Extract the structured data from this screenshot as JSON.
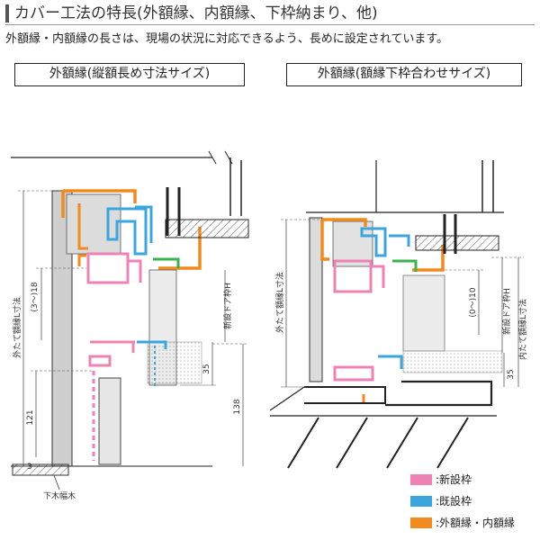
{
  "title": "カバー工法の特長(外額縁、内額縁、下枠納まり、他)",
  "description": "外額縁・内額縁の長さは、現場の状況に対応できるよう、長めに設定されています。",
  "panels": {
    "left": {
      "label": "外額縁(縦額長め寸法サイズ)",
      "dims": {
        "outer_length": "外たて額縁L寸法",
        "range": "(3〜)18",
        "door_height": "新設ドア枠H",
        "d35": "35",
        "d121": "121",
        "d3": "3",
        "d138": "138",
        "sill_callout": "下木幅木"
      }
    },
    "right": {
      "label": "外額縁(額縁下枠合わせサイズ)",
      "dims": {
        "outer_length": "外たて額縁L寸法",
        "range": "(0〜)10",
        "door_height": "新設ドア枠H",
        "inner_length": "内たて額縁L寸法",
        "d35": "35"
      }
    }
  },
  "legend": [
    {
      "label": ":新設枠",
      "color": "#ee82b4"
    },
    {
      "label": ":既設枠",
      "color": "#3aa6dd"
    },
    {
      "label": ":外額縁・内額縁",
      "color": "#f28a1e"
    }
  ]
}
